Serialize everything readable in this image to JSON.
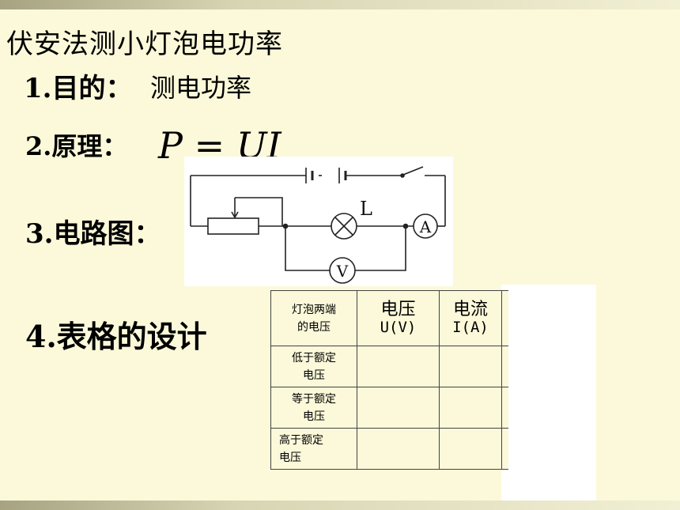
{
  "title": "伏安法测小灯泡电功率",
  "sections": {
    "purpose_label": "1.目的：",
    "purpose_text": "测电功率",
    "principle_label": "2.原理：",
    "principle_formula": {
      "P": "P",
      "eq": "=",
      "UI": "UI"
    },
    "circuit_label": "3.电路图：",
    "table_label": "4.表格的设计"
  },
  "circuit": {
    "lamp_label": "L",
    "ammeter_symbol": "A",
    "voltmeter_symbol": "V"
  },
  "table": {
    "header": {
      "col0_line1": "灯泡两端",
      "col0_line2": "的电压",
      "voltage_title": "电压",
      "voltage_unit": "U(V)",
      "current_title": "电流",
      "current_unit": "I(A)"
    },
    "rows": [
      {
        "line1": "低于额定",
        "line2": "电压"
      },
      {
        "line1": "等于额定",
        "line2": "电压"
      },
      {
        "line1": "高于额定",
        "line2": "电压"
      }
    ]
  },
  "colors": {
    "background": "#fbf9d9",
    "bar": "#c9c6a6",
    "ink": "#000000"
  }
}
